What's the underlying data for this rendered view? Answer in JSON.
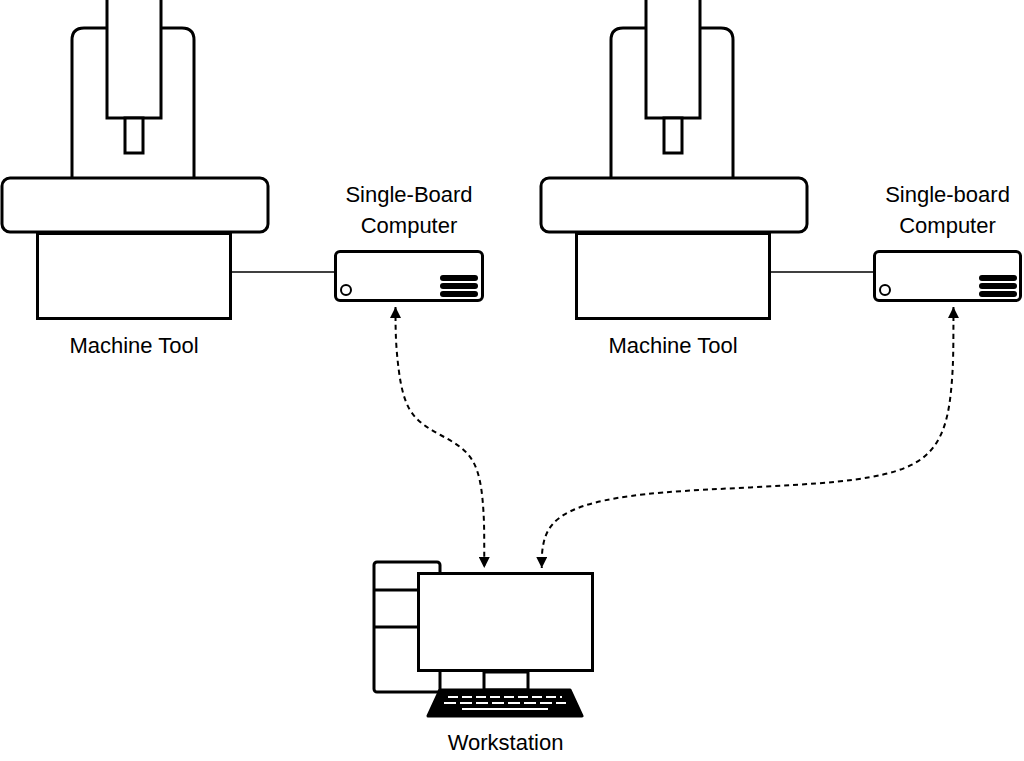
{
  "diagram": {
    "nodes": [
      {
        "text": [
          "Machine Tool"
        ]
      },
      {
        "text": [
          "Single-Board Computer"
        ]
      },
      {
        "text": [
          "Machine Tool"
        ]
      },
      {
        "text": [
          "Single-board Computer"
        ]
      },
      {
        "text": [
          "Workstation"
        ]
      }
    ],
    "edges": [
      {
        "from": 0,
        "to": 1,
        "arrow": "none"
      },
      {
        "from": 2,
        "to": 3,
        "arrow": "none"
      },
      {
        "from": 1,
        "to": 4,
        "arrow": "both"
      },
      {
        "from": 3,
        "to": 4,
        "arrow": "both"
      }
    ]
  }
}
